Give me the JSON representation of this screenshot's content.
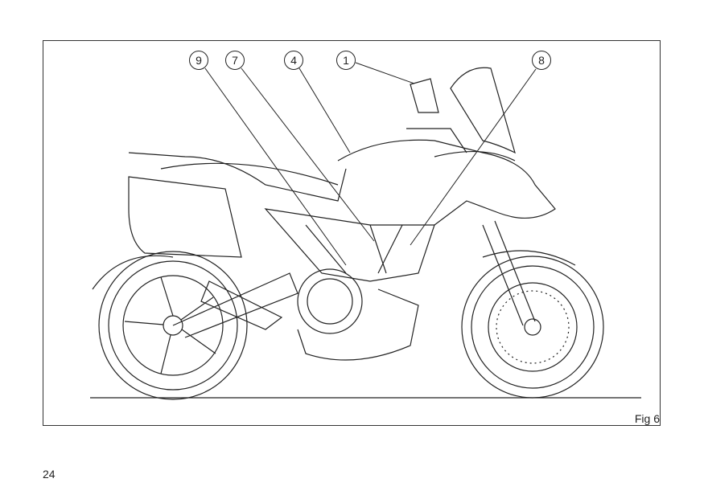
{
  "figure": {
    "label": "Fig 6",
    "callouts": [
      "9",
      "7",
      "4",
      "1",
      "8"
    ]
  },
  "page_number": "24"
}
